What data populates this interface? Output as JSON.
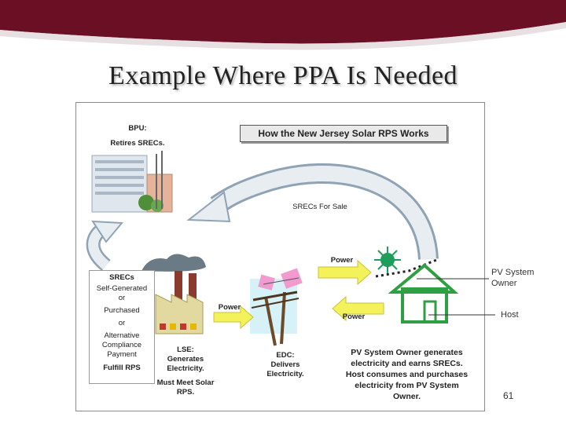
{
  "slide": {
    "title": "Example Where PPA Is Needed",
    "page_number": "61"
  },
  "diagram": {
    "heading": "How the New Jersey Solar RPS Works",
    "bpu": {
      "title": "BPU:",
      "text": "Retires SRECs."
    },
    "srecs_box": [
      "SRECs",
      "Self-Generated",
      "or",
      "Purchased",
      "or",
      "Alternative",
      "Compliance",
      "Payment",
      "Fulfill RPS"
    ],
    "lse": [
      "LSE:",
      "Generates",
      "Electricity.",
      "Must Meet Solar",
      "RPS."
    ],
    "edc": [
      "EDC:",
      "Delivers",
      "Electricity."
    ],
    "arrows": {
      "srecs_for_sale": "SRECs For Sale",
      "power_top": "Power",
      "power_middle": "Power",
      "power_lower": "Power"
    },
    "caption": [
      "PV System Owner generates",
      "electricity and earns SRECs.",
      "Host consumes and purchases",
      "electricity from PV System",
      "Owner."
    ]
  },
  "callouts": {
    "pv_owner": [
      "PV System",
      "Owner"
    ],
    "host": "Host"
  },
  "colors": {
    "banner": "#6b0f25",
    "arrow_yellow": "#f4f25a",
    "house_green": "#2ea043",
    "sun_green": "#1e9e5a"
  }
}
